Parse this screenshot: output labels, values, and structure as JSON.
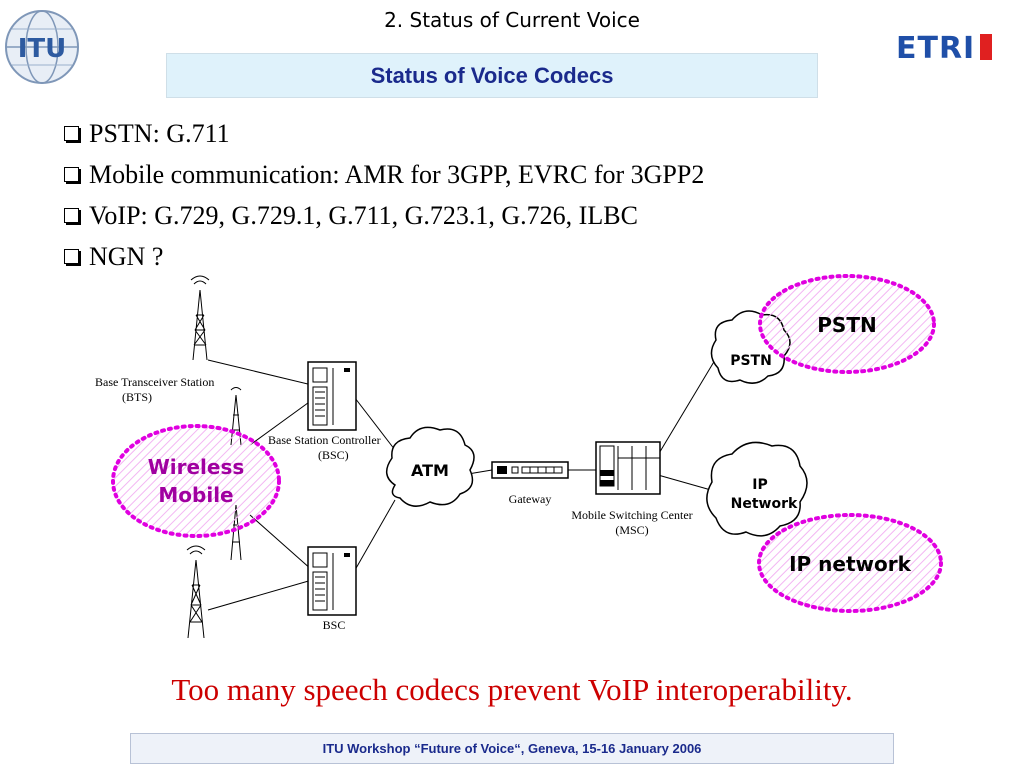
{
  "header": {
    "title": "2. Status of Current Voice",
    "logo_left": "ITU",
    "logo_right": "ETRI"
  },
  "subtitle": "Status of Voice Codecs",
  "bullets": [
    "PSTN: G.711",
    "Mobile communication: AMR for 3GPP, EVRC for 3GPP2",
    "VoIP: G.729, G.729.1, G.711, G.723.1, G.726, ILBC",
    "NGN ?"
  ],
  "diagram": {
    "bts_label_1": "Base Transceiver Station",
    "bts_label_2": "(BTS)",
    "bsc_label_1": "Base Station Controller",
    "bsc_label_2": "(BSC)",
    "bsc2_label": "BSC",
    "wireless_1": "Wireless",
    "wireless_2": "Mobile",
    "atm": "ATM",
    "gateway": "Gateway",
    "msc_label_1": "Mobile Switching Center",
    "msc_label_2": "(MSC)",
    "pstn_cloud": "PSTN",
    "ip_cloud_1": "IP",
    "ip_cloud_2": "Network",
    "pstn_oval": "PSTN",
    "ip_oval": "IP network"
  },
  "conclusion": "Too many speech codecs prevent VoIP interoperability.",
  "footer": "ITU Workshop “Future of Voice“, Geneva, 15-16 January 2006",
  "colors": {
    "accent_blue": "#1a2a8c",
    "highlight_red": "#cc0000",
    "pink": "#e000e0",
    "subtitle_bg": "#dff2fb"
  }
}
